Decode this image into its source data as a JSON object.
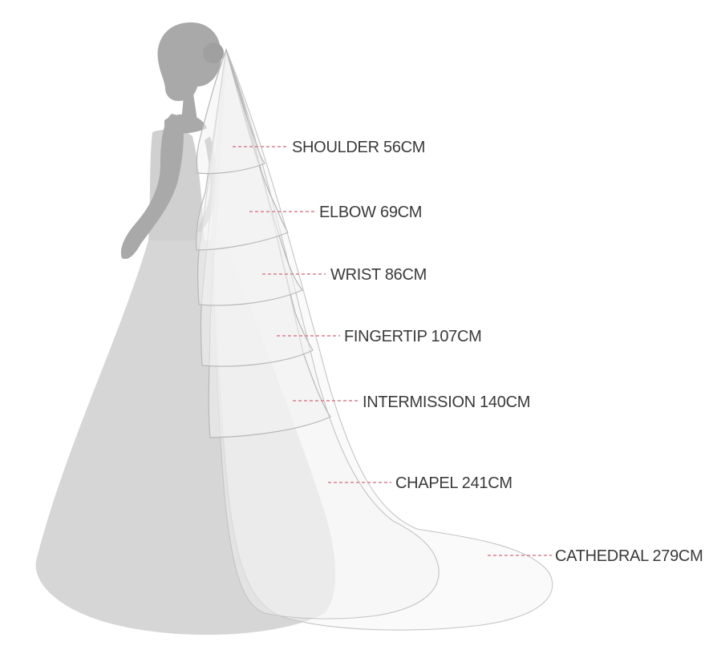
{
  "diagram": {
    "colors": {
      "silhouette": "#a9a9a9",
      "dress": "#d3d3d3",
      "veil_fill": "#eeeeee",
      "veil_stroke": "#b8b8b8",
      "leader_line": "#d9808f",
      "label_text": "#3a3a3a"
    },
    "lengths": [
      {
        "id": "shoulder",
        "label": "SHOULDER 56CM"
      },
      {
        "id": "elbow",
        "label": "ELBOW 69CM"
      },
      {
        "id": "wrist",
        "label": "WRIST 86CM"
      },
      {
        "id": "fingertip",
        "label": "FINGERTIP 107CM"
      },
      {
        "id": "intermission",
        "label": "INTERMISSION 140CM"
      },
      {
        "id": "chapel",
        "label": "CHAPEL 241CM"
      },
      {
        "id": "cathedral",
        "label": "CATHEDRAL 279CM"
      }
    ]
  }
}
